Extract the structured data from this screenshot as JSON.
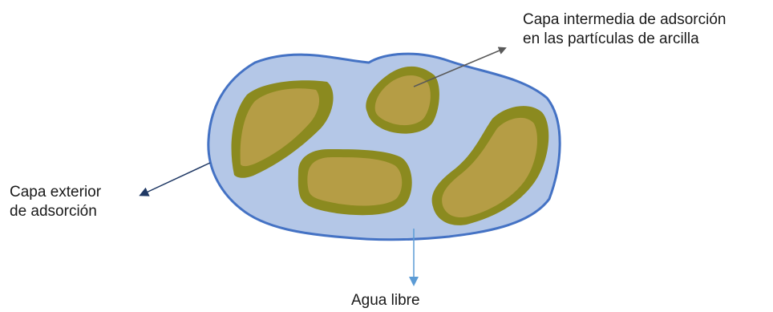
{
  "labels": {
    "intermediate_line1": "Capa intermedia de adsorción",
    "intermediate_line2": "en las partículas de arcilla",
    "exterior_line1": "Capa exterior",
    "exterior_line2": "de adsorción",
    "agua_libre": "Agua libre"
  },
  "colors": {
    "free_water_fill": "#b4c7e7",
    "free_water_outline": "#4472c4",
    "adsorbed_layer": "#8b8a1f",
    "clay_particle": "#b59d45",
    "arrow_intermediate": "#595959",
    "arrow_exterior": "#1f3864",
    "arrow_agua": "#5b9bd5"
  }
}
